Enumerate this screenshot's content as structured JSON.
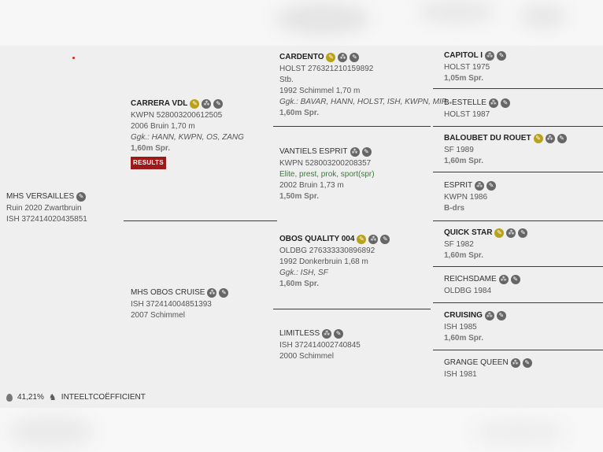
{
  "subject": {
    "name": "MHS VERSAILLES",
    "line1": "Ruin 2020 Zwartbruin",
    "line2": "ISH 372414020435851"
  },
  "gen1": [
    {
      "name": "CARRERA VDL",
      "line1": "KWPN 528003200612505",
      "line2": "2006 Bruin 1,70 m",
      "line3": "Ggk.: HANN, KWPN, OS, ZANG",
      "line4": "1,60m Spr.",
      "badge": "RESULTS"
    },
    {
      "name": "MHS OBOS CRUISE",
      "line1": "ISH 372414004851393",
      "line2": "2007 Schimmel"
    }
  ],
  "gen2": [
    {
      "name": "CARDENTO",
      "line1": "HOLST 276321210159892",
      "line2": "Stb.",
      "line3": "1992 Schimmel 1,70 m",
      "line4": "Ggk.: BAVAR, HANN, HOLST, ISH, KWPN, MIP...",
      "line5": "1,60m Spr."
    },
    {
      "name": "VANTIELS ESPRIT",
      "line1": "KWPN 528003200208357",
      "line2": "Elite, prest, prok, sport(spr)",
      "line3": "2002 Bruin 1,73 m",
      "line4": "1,50m Spr."
    },
    {
      "name": "OBOS QUALITY 004",
      "line1": "OLDBG 276333330896892",
      "line2": "1992 Donkerbruin 1,68 m",
      "line3": "Ggk.: ISH, SF",
      "line4": "1,60m Spr."
    },
    {
      "name": "LIMITLESS",
      "line1": "ISH 372414002740845",
      "line2": "2000 Schimmel"
    }
  ],
  "gen3": [
    {
      "name": "CAPITOL I",
      "line1": "HOLST 1975",
      "line2": "1,05m Spr."
    },
    {
      "name": "B-ESTELLE",
      "line1": "HOLST 1987"
    },
    {
      "name": "BALOUBET DU ROUET",
      "line1": "SF 1989",
      "line2": "1,60m Spr."
    },
    {
      "name": "ESPRIT",
      "line1": "KWPN 1986",
      "line2": "B-drs"
    },
    {
      "name": "QUICK STAR",
      "line1": "SF 1982",
      "line2": "1,60m Spr."
    },
    {
      "name": "REICHSDAME",
      "line1": "OLDBG 1984"
    },
    {
      "name": "CRUISING",
      "line1": "ISH 1985",
      "line2": "1,60m Spr."
    },
    {
      "name": "GRANGE QUEEN",
      "line1": "ISH 1981"
    }
  ],
  "footer": {
    "inbreeding": "41,21%",
    "label": "INTEELTCOËFFICIENT"
  },
  "colors": {
    "gold_icon": "#b9a21a",
    "results_badge": "#9b1b1b",
    "elite_text": "#3b7a3b"
  }
}
